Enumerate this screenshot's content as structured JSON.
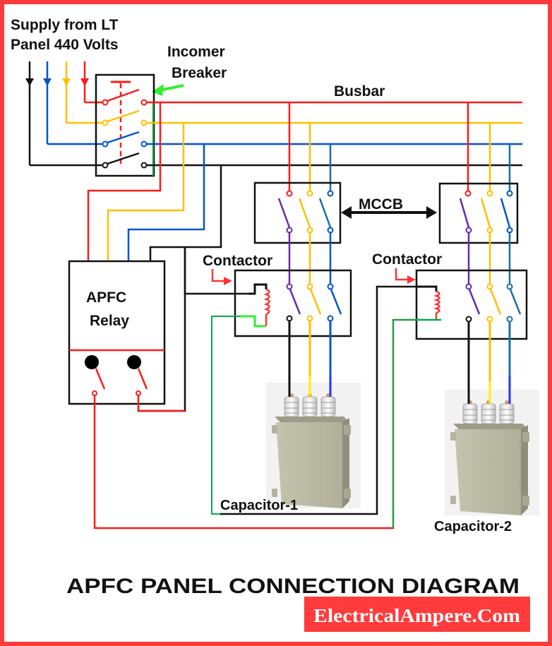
{
  "title": "APFC PANEL CONNECTION DIAGRAM",
  "brand": "ElectricalAmpere.Com",
  "labels": {
    "supply_line1": "Supply from LT",
    "supply_line2": "Panel 440 Volts",
    "incomer_line1": "Incomer",
    "incomer_line2": "Breaker",
    "busbar": "Busbar",
    "mccb": "MCCB",
    "contactor_1": "Contactor",
    "contactor_2": "Contactor",
    "relay_line1": "APFC",
    "relay_line2": "Relay",
    "capacitor_1": "Capacitor-1",
    "capacitor_2": "Capacitor-2"
  },
  "colors": {
    "frame": "#ff3b3b",
    "phase_r": "#ff1a1a",
    "phase_y": "#ffc000",
    "phase_b": "#0055cc",
    "neutral": "#111111",
    "control_green": "#00b050",
    "arrow_green": "#33ee33",
    "coil": "#ff3333",
    "switch_purple": "#6a2aa8",
    "switch_teal": "#1a6fa0",
    "capacitor_body": "#b8b8a2",
    "brand_bg": "#ff3b3b",
    "brand_text": "#ffffff"
  },
  "components": {
    "phases": [
      "R",
      "Y",
      "B",
      "N"
    ],
    "mccb_count": 2,
    "contactor_count": 2,
    "capacitor_count": 2,
    "relay_outputs": 2
  }
}
